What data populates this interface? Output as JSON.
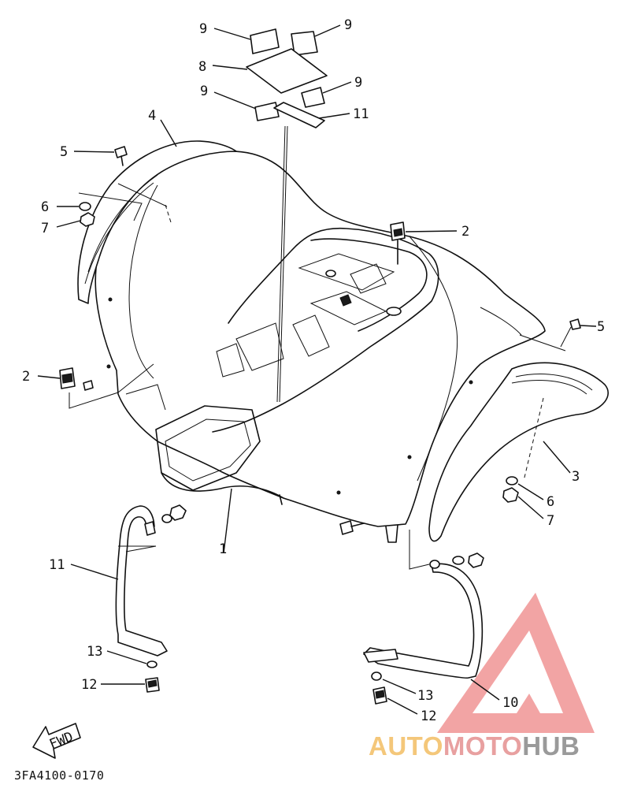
{
  "diagram": {
    "code": "3FA4100-0170",
    "fwd_text": "FWD",
    "watermark": {
      "part1": "AUTO",
      "part2": "MOTO",
      "part3": "HUB"
    },
    "callouts": [
      {
        "id": "c9a",
        "text": "9"
      },
      {
        "id": "c9b",
        "text": "9"
      },
      {
        "id": "c8",
        "text": "8"
      },
      {
        "id": "c9c",
        "text": "9"
      },
      {
        "id": "c9d",
        "text": "9"
      },
      {
        "id": "c11top",
        "text": "11"
      },
      {
        "id": "c4",
        "text": "4"
      },
      {
        "id": "c5left",
        "text": "5"
      },
      {
        "id": "c6left",
        "text": "6"
      },
      {
        "id": "c7left",
        "text": "7"
      },
      {
        "id": "c2right",
        "text": "2"
      },
      {
        "id": "c5right",
        "text": "5"
      },
      {
        "id": "c2left",
        "text": "2"
      },
      {
        "id": "c3",
        "text": "3"
      },
      {
        "id": "c6right",
        "text": "6"
      },
      {
        "id": "c7right",
        "text": "7"
      },
      {
        "id": "c1",
        "text": "1"
      },
      {
        "id": "c11left",
        "text": "11"
      },
      {
        "id": "c13left",
        "text": "13"
      },
      {
        "id": "c12left",
        "text": "12"
      },
      {
        "id": "c10",
        "text": "10"
      },
      {
        "id": "c13right",
        "text": "13"
      },
      {
        "id": "c12right",
        "text": "12"
      }
    ]
  }
}
